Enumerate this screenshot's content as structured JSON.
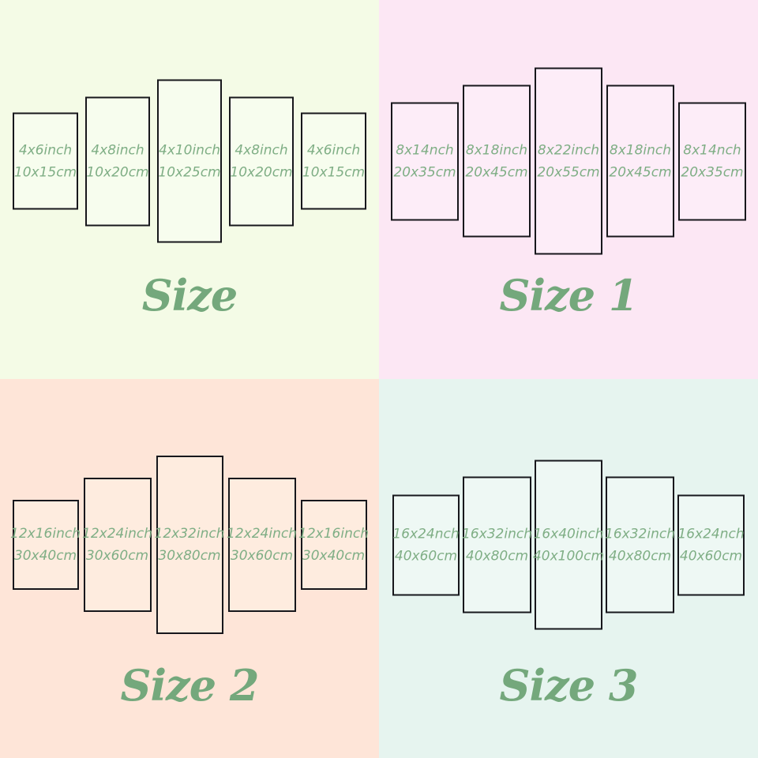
{
  "colors": {
    "quadrant_backgrounds": [
      "#f4fbe6",
      "#fce7f4",
      "#fee5d8",
      "#e6f4ef"
    ],
    "panel_fills": [
      "#f7fdee",
      "#fdedf8",
      "#feecdf",
      "#eef8f4"
    ],
    "panel_border": "#17171c",
    "panel_text": "#7fae85",
    "title_text": "#74a87c"
  },
  "quadrants": [
    {
      "title": "Size",
      "panels": [
        {
          "line1": "4x6inch",
          "line2": "10x15cm"
        },
        {
          "line1": "4x8inch",
          "line2": "10x20cm"
        },
        {
          "line1": "4x10inch",
          "line2": "10x25cm"
        },
        {
          "line1": "4x8inch",
          "line2": "10x20cm"
        },
        {
          "line1": "4x6inch",
          "line2": "10x15cm"
        }
      ]
    },
    {
      "title": "Size 1",
      "panels": [
        {
          "line1": "8x14nch",
          "line2": "20x35cm"
        },
        {
          "line1": "8x18inch",
          "line2": "20x45cm"
        },
        {
          "line1": "8x22inch",
          "line2": "20x55cm"
        },
        {
          "line1": "8x18inch",
          "line2": "20x45cm"
        },
        {
          "line1": "8x14nch",
          "line2": "20x35cm"
        }
      ]
    },
    {
      "title": "Size 2",
      "panels": [
        {
          "line1": "12x16inch",
          "line2": "30x40cm"
        },
        {
          "line1": "12x24inch",
          "line2": "30x60cm"
        },
        {
          "line1": "12x32inch",
          "line2": "30x80cm"
        },
        {
          "line1": "12x24inch",
          "line2": "30x60cm"
        },
        {
          "line1": "12x16inch",
          "line2": "30x40cm"
        }
      ]
    },
    {
      "title": "Size 3",
      "panels": [
        {
          "line1": "16x24nch",
          "line2": "40x60cm"
        },
        {
          "line1": "16x32inch",
          "line2": "40x80cm"
        },
        {
          "line1": "16x40inch",
          "line2": "40x100cm"
        },
        {
          "line1": "16x32inch",
          "line2": "40x80cm"
        },
        {
          "line1": "16x24nch",
          "line2": "40x60cm"
        }
      ]
    }
  ]
}
